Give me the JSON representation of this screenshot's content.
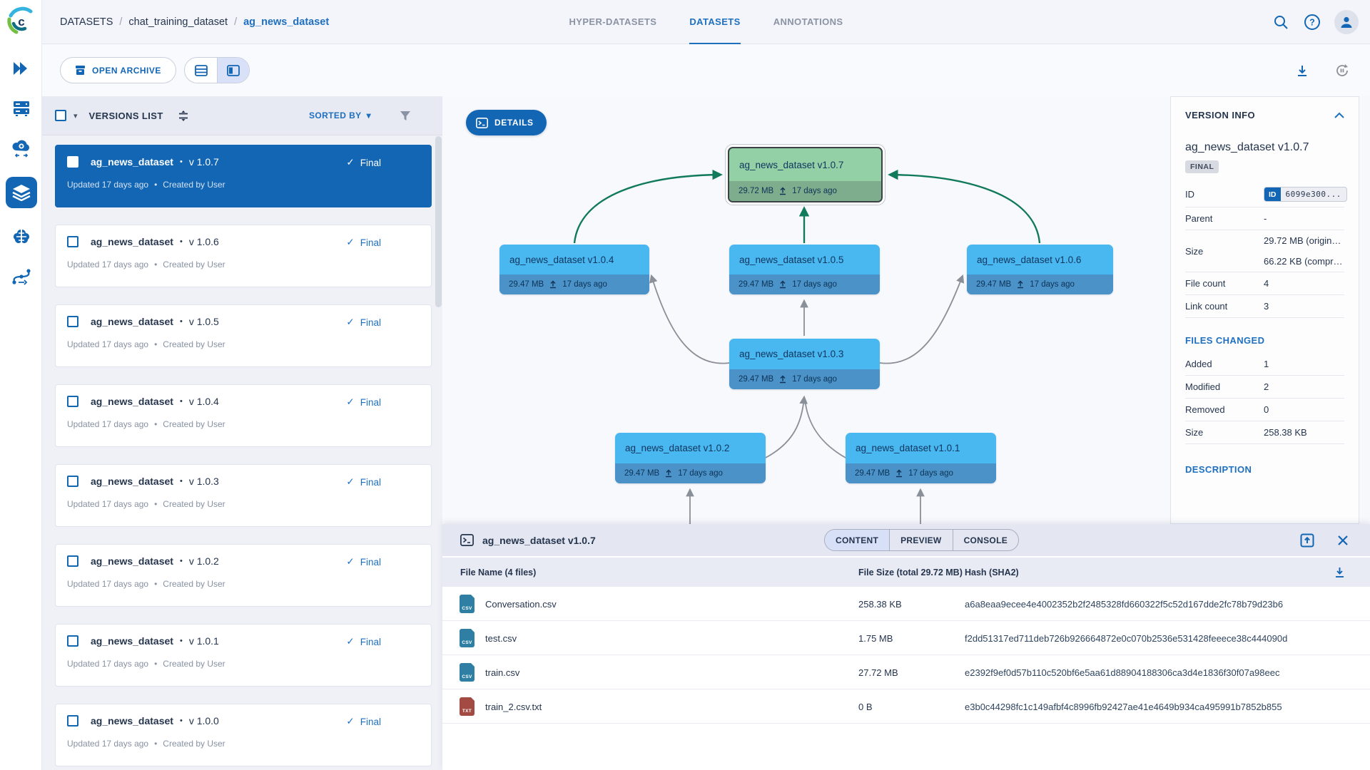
{
  "colors": {
    "accent_blue": "#1266b4",
    "link_blue": "#1e70bf",
    "node_blue": "#49b7f0",
    "node_blue_band": "#4a92c7",
    "node_green": "#93d0a5",
    "node_green_band": "#7dad8d",
    "edge_gray": "#8a8f98",
    "edge_green": "#117a5b",
    "selected_card": "#1266b4"
  },
  "header": {
    "breadcrumb": [
      "DATASETS",
      "chat_training_dataset",
      "ag_news_dataset"
    ],
    "tabs": [
      {
        "label": "HYPER-DATASETS",
        "active": false
      },
      {
        "label": "DATASETS",
        "active": true
      },
      {
        "label": "ANNOTATIONS",
        "active": false
      }
    ]
  },
  "toolbar": {
    "open_archive_label": "OPEN ARCHIVE"
  },
  "versions_panel": {
    "title": "VERSIONS LIST",
    "sorted_by_label": "SORTED BY",
    "items": [
      {
        "name": "ag_news_dataset",
        "dot": "•",
        "version": "v 1.0.7",
        "check": "✓",
        "status": "Final",
        "updated": "Updated 17 days ago",
        "dot2": "•",
        "created": "Created by User",
        "selected": true
      },
      {
        "name": "ag_news_dataset",
        "dot": "•",
        "version": "v 1.0.6",
        "check": "✓",
        "status": "Final",
        "updated": "Updated 17 days ago",
        "dot2": "•",
        "created": "Created by User",
        "selected": false
      },
      {
        "name": "ag_news_dataset",
        "dot": "•",
        "version": "v 1.0.5",
        "check": "✓",
        "status": "Final",
        "updated": "Updated 17 days ago",
        "dot2": "•",
        "created": "Created by User",
        "selected": false
      },
      {
        "name": "ag_news_dataset",
        "dot": "•",
        "version": "v 1.0.4",
        "check": "✓",
        "status": "Final",
        "updated": "Updated 17 days ago",
        "dot2": "•",
        "created": "Created by User",
        "selected": false
      },
      {
        "name": "ag_news_dataset",
        "dot": "•",
        "version": "v 1.0.3",
        "check": "✓",
        "status": "Final",
        "updated": "Updated 17 days ago",
        "dot2": "•",
        "created": "Created by User",
        "selected": false
      },
      {
        "name": "ag_news_dataset",
        "dot": "•",
        "version": "v 1.0.2",
        "check": "✓",
        "status": "Final",
        "updated": "Updated 17 days ago",
        "dot2": "•",
        "created": "Created by User",
        "selected": false
      },
      {
        "name": "ag_news_dataset",
        "dot": "•",
        "version": "v 1.0.1",
        "check": "✓",
        "status": "Final",
        "updated": "Updated 17 days ago",
        "dot2": "•",
        "created": "Created by User",
        "selected": false
      },
      {
        "name": "ag_news_dataset",
        "dot": "•",
        "version": "v 1.0.0",
        "check": "✓",
        "status": "Final",
        "updated": "Updated 17 days ago",
        "dot2": "•",
        "created": "Created by User",
        "selected": false
      }
    ]
  },
  "graph": {
    "details_label": "DETAILS",
    "nodes": [
      {
        "key": "v107",
        "label": "ag_news_dataset v1.0.7",
        "size": "29.72 MB",
        "updated": "17 days ago",
        "selected": true
      },
      {
        "key": "v104",
        "label": "ag_news_dataset v1.0.4",
        "size": "29.47 MB",
        "updated": "17 days ago",
        "selected": false
      },
      {
        "key": "v105",
        "label": "ag_news_dataset v1.0.5",
        "size": "29.47 MB",
        "updated": "17 days ago",
        "selected": false
      },
      {
        "key": "v106",
        "label": "ag_news_dataset v1.0.6",
        "size": "29.47 MB",
        "updated": "17 days ago",
        "selected": false
      },
      {
        "key": "v103",
        "label": "ag_news_dataset v1.0.3",
        "size": "29.47 MB",
        "updated": "17 days ago",
        "selected": false
      },
      {
        "key": "v102",
        "label": "ag_news_dataset v1.0.2",
        "size": "29.47 MB",
        "updated": "17 days ago",
        "selected": false
      },
      {
        "key": "v101",
        "label": "ag_news_dataset v1.0.1",
        "size": "29.47 MB",
        "updated": "17 days ago",
        "selected": false
      }
    ]
  },
  "version_info": {
    "title": "VERSION INFO",
    "name": "ag_news_dataset v1.0.7",
    "badge": "FINAL",
    "rows": [
      {
        "label": "ID",
        "is_id": true,
        "chip_label": "ID",
        "chip_value": "6099e300..."
      },
      {
        "label": "Parent",
        "value": "-"
      },
      {
        "label": "Size",
        "value": "29.72 MB (origin…",
        "value2": "66.22 KB (compr…"
      },
      {
        "label": "File count",
        "value": "4"
      },
      {
        "label": "Link count",
        "value": "3"
      }
    ],
    "files_changed": {
      "title": "FILES CHANGED",
      "rows": [
        {
          "label": "Added",
          "value": "1"
        },
        {
          "label": "Modified",
          "value": "2"
        },
        {
          "label": "Removed",
          "value": "0"
        },
        {
          "label": "Size",
          "value": "258.38 KB"
        }
      ]
    },
    "description_title": "DESCRIPTION"
  },
  "files_panel": {
    "title": "ag_news_dataset v1.0.7",
    "tabs": [
      {
        "label": "CONTENT",
        "active": true
      },
      {
        "label": "PREVIEW",
        "active": false
      },
      {
        "label": "CONSOLE",
        "active": false
      }
    ],
    "columns": {
      "name": "File Name (4 files)",
      "size": "File Size (total 29.72 MB)",
      "hash": "Hash (SHA2)"
    },
    "files": [
      {
        "name": "Conversation.csv",
        "type": "csv",
        "type_label": "CSV",
        "size": "258.38 KB",
        "hash": "a6a8eaa9ecee4e4002352b2f2485328fd660322f5c52d167dde2fc78b79d23b6"
      },
      {
        "name": "test.csv",
        "type": "csv",
        "type_label": "CSV",
        "size": "1.75 MB",
        "hash": "f2dd51317ed711deb726b926664872e0c070b2536e531428feeece38c444090d"
      },
      {
        "name": "train.csv",
        "type": "csv",
        "type_label": "CSV",
        "size": "27.72 MB",
        "hash": "e2392f9ef0d57b110c520bf6e5aa61d88904188306ca3d4e1836f30f07a98eec"
      },
      {
        "name": "train_2.csv.txt",
        "type": "txt",
        "type_label": "TXT",
        "size": "0 B",
        "hash": "e3b0c44298fc1c149afbf4c8996fb92427ae41e4649b934ca495991b7852b855"
      }
    ]
  }
}
